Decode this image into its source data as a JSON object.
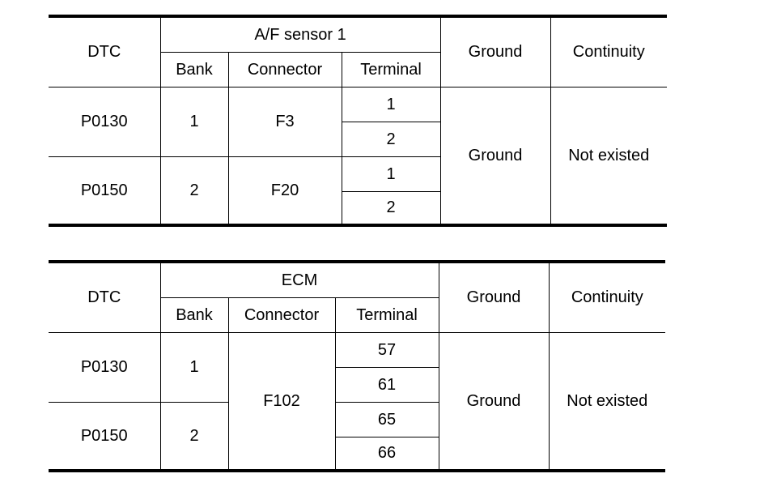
{
  "tables": [
    {
      "headers": {
        "dtc": "DTC",
        "group": "A/F sensor 1",
        "bank": "Bank",
        "connector": "Connector",
        "terminal": "Terminal",
        "ground": "Ground",
        "continuity": "Continuity"
      },
      "rows": [
        {
          "dtc": "P0130",
          "bank": "1",
          "connector": "F3",
          "terminals": [
            "1",
            "2"
          ]
        },
        {
          "dtc": "P0150",
          "bank": "2",
          "connector": "F20",
          "terminals": [
            "1",
            "2"
          ]
        }
      ],
      "ground": "Ground",
      "continuity": "Not existed"
    },
    {
      "headers": {
        "dtc": "DTC",
        "group": "ECM",
        "bank": "Bank",
        "connector": "Connector",
        "terminal": "Terminal",
        "ground": "Ground",
        "continuity": "Continuity"
      },
      "rows": [
        {
          "dtc": "P0130",
          "bank": "1",
          "terminals": [
            "57",
            "61"
          ]
        },
        {
          "dtc": "P0150",
          "bank": "2",
          "terminals": [
            "65",
            "66"
          ]
        }
      ],
      "connector": "F102",
      "ground": "Ground",
      "continuity": "Not existed"
    }
  ]
}
